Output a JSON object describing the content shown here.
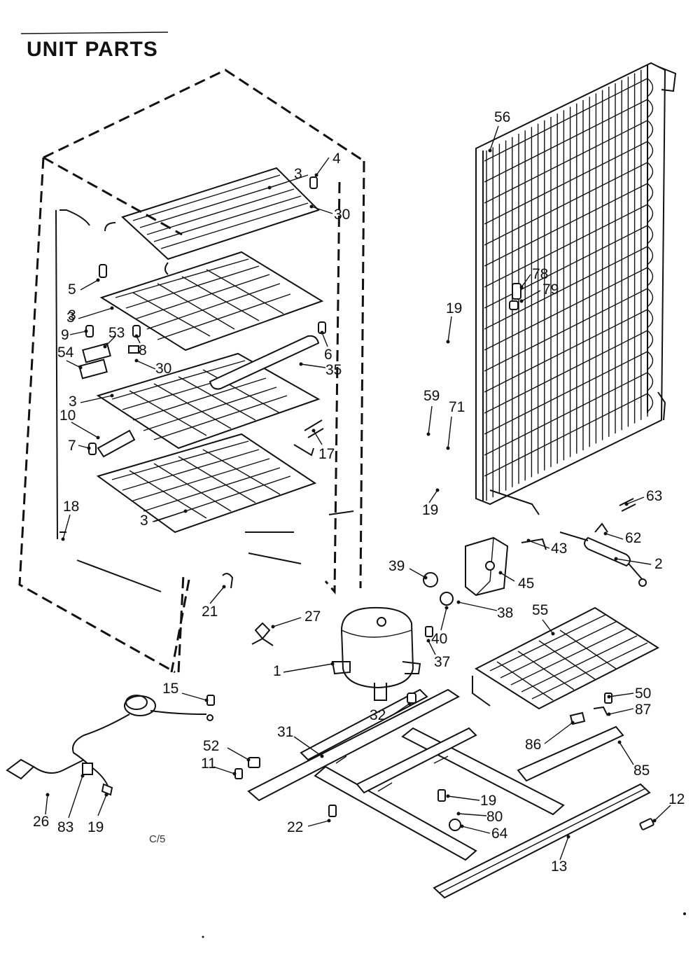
{
  "title": "UNIT PARTS",
  "footnote": "C/5",
  "callouts": {
    "c1": "1",
    "c2": "2",
    "c3a": "3",
    "c3b": "3",
    "c3c": "3",
    "c3d": "3",
    "c3e": "3",
    "c4": "4",
    "c5": "5",
    "c6": "6",
    "c7": "7",
    "c8": "8",
    "c9": "9",
    "c10": "10",
    "c11": "11",
    "c12": "12",
    "c13": "13",
    "c15": "15",
    "c17": "17",
    "c18": "18",
    "c19a": "19",
    "c19b": "19",
    "c19c": "19",
    "c19d": "19",
    "c21": "21",
    "c22": "22",
    "c26": "26",
    "c27": "27",
    "c30a": "30",
    "c30b": "30",
    "c31": "31",
    "c32": "32",
    "c35": "35",
    "c37": "37",
    "c38": "38",
    "c39": "39",
    "c40": "40",
    "c43": "43",
    "c45": "45",
    "c50": "50",
    "c52": "52",
    "c53": "53",
    "c54": "54",
    "c55": "55",
    "c56": "56",
    "c59": "59",
    "c62": "62",
    "c63": "63",
    "c64": "64",
    "c71": "71",
    "c78": "78",
    "c79": "79",
    "c80": "80",
    "c83": "83",
    "c85": "85",
    "c86": "86",
    "c87": "87"
  }
}
